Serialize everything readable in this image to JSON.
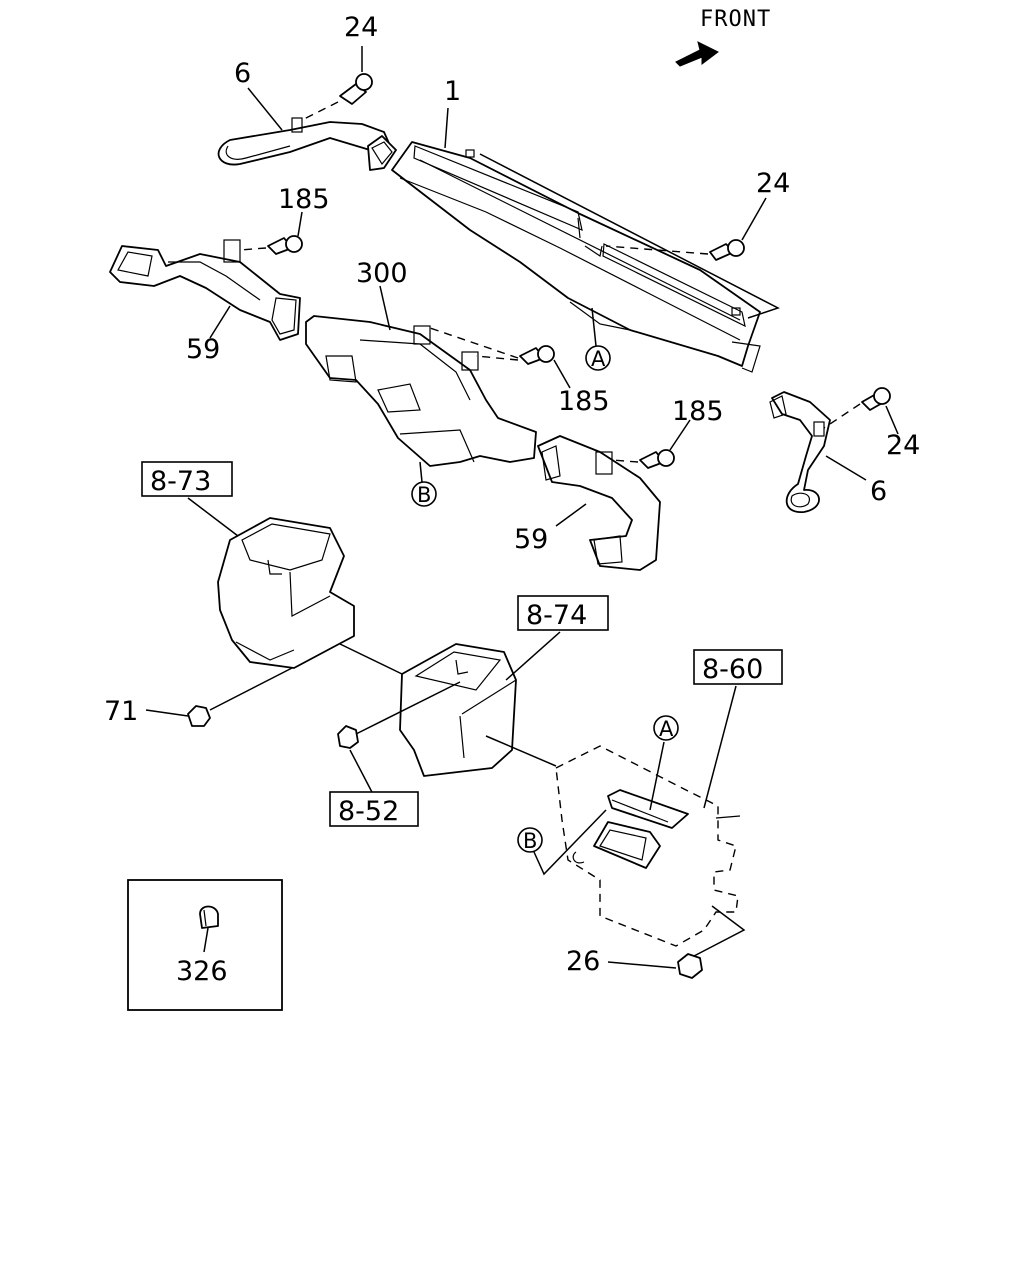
{
  "front_label": "FRONT",
  "callouts": {
    "c1": "1",
    "c6_top": "6",
    "c6_right": "6",
    "c24_top": "24",
    "c24_mid": "24",
    "c24_right": "24",
    "c185_left": "185",
    "c185_center": "185",
    "c185_right": "185",
    "c300": "300",
    "c59_left": "59",
    "c59_right": "59",
    "c71": "71",
    "c26": "26",
    "c326": "326"
  },
  "references": {
    "r873": "8-73",
    "r874": "8-74",
    "r860": "8-60",
    "r852": "8-52"
  },
  "connectors": {
    "a_top": "A",
    "a_bottom": "A",
    "b_top": "B",
    "b_bottom": "B"
  }
}
